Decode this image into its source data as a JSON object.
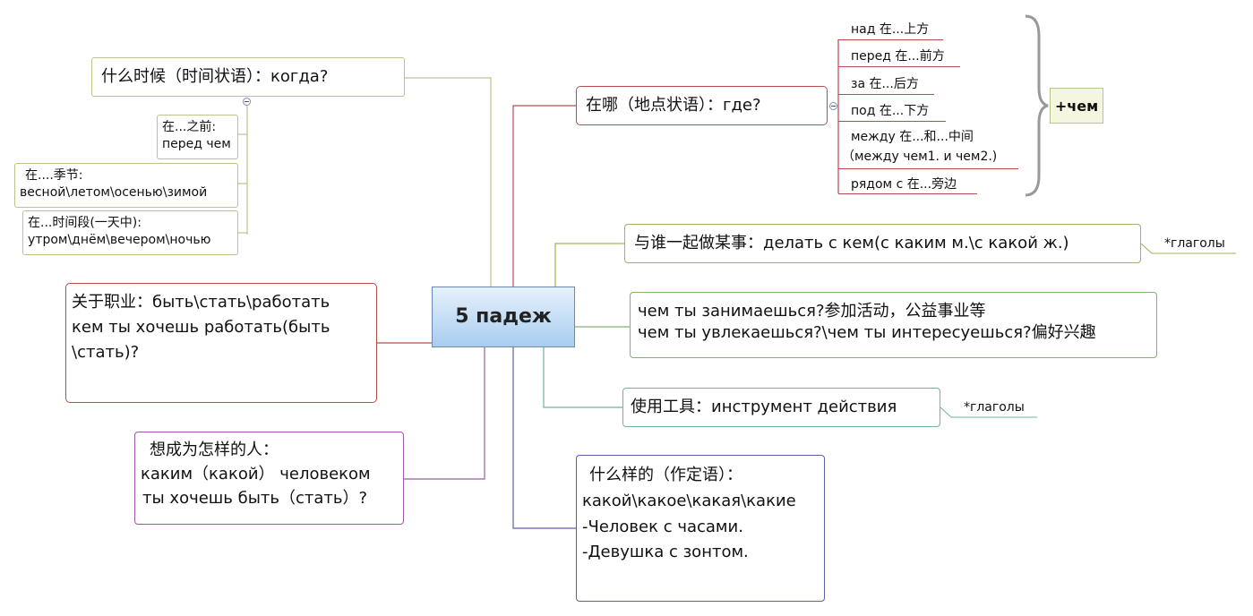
{
  "center": {
    "label": "5 падеж"
  },
  "when": {
    "title": "什么时候（时间状语）：когда?",
    "subs": [
      {
        "line1": "在...之前:",
        "line2": "перед чем"
      },
      {
        "line1": "在....季节:",
        "line2": "весной\\летом\\осенью\\зимой"
      },
      {
        "line1": "在...时间段(一天中):",
        "line2": "утром\\днём\\вечером\\ночью"
      }
    ]
  },
  "where": {
    "title": "在哪（地点状语）：где?",
    "items": [
      "над 在...上方",
      "перед 在...前方",
      "за 在...后方",
      "под 在...下方",
      "между 在...和...中间",
      "（между чем1. и чем2.)",
      "рядом с 在...旁边"
    ],
    "summary": "+чем"
  },
  "with_whom": {
    "text": "与谁一起做某事：делать с кем(с каким м.\\с какой ж.)",
    "tag": "*глаголы"
  },
  "activity": {
    "line1": "чем ты занимаешься?参加活动，公益事业等",
    "line2": "чем ты увлекаешься?\\чем ты интересуешься?偏好兴趣"
  },
  "tool": {
    "text": "使用工具：инструмент действия",
    "tag": "*глаголы"
  },
  "attribute": {
    "line1": "什么样的（作定语）：",
    "line2": "какой\\какое\\какая\\какие",
    "line3": "-Человек с часами.",
    "line4": "-Девушка с зонтом."
  },
  "profession": {
    "line1": "关于职业：быть\\стать\\работать",
    "line2": "кем ты хочешь работать(быть",
    "line3": "\\стать)?"
  },
  "person": {
    "line1": "想成为怎样的人：",
    "line2": "каким（какой） человеком",
    "line3": "ты хочешь быть（стать）?"
  }
}
